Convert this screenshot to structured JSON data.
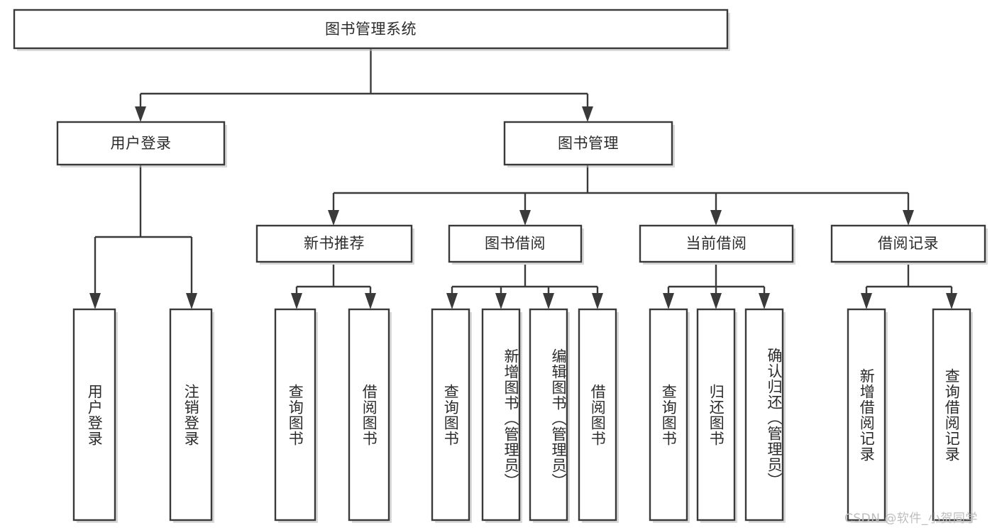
{
  "diagram": {
    "type": "tree-hierarchy-chart",
    "title": "图书管理系统",
    "orientation": "top-down",
    "levels": 4,
    "colors": {
      "box_fill": "#ffffff",
      "box_stroke": "#3a3a3a",
      "text": "#2b2b2b",
      "watermark": "#bdbdbd",
      "background": "#ffffff"
    },
    "root": {
      "id": "root",
      "label": "图书管理系统",
      "orientation": "horizontal"
    },
    "level2": [
      {
        "id": "user-login",
        "label": "用户登录",
        "orientation": "horizontal"
      },
      {
        "id": "book-manage",
        "label": "图书管理",
        "orientation": "horizontal"
      }
    ],
    "level3": [
      {
        "id": "new-book-recommend",
        "label": "新书推荐",
        "parent": "book-manage",
        "orientation": "horizontal"
      },
      {
        "id": "book-borrow",
        "label": "图书借阅",
        "parent": "book-manage",
        "orientation": "horizontal"
      },
      {
        "id": "current-borrow",
        "label": "当前借阅",
        "parent": "book-manage",
        "orientation": "horizontal"
      },
      {
        "id": "borrow-record",
        "label": "借阅记录",
        "parent": "book-manage",
        "orientation": "horizontal"
      }
    ],
    "leaves": [
      {
        "id": "leaf-user-login",
        "label": "用户登录",
        "parent": "user-login",
        "orientation": "vertical"
      },
      {
        "id": "leaf-logout-login",
        "label": "注销登录",
        "parent": "user-login",
        "orientation": "vertical"
      },
      {
        "id": "leaf-query-book-1",
        "label": "查询图书",
        "parent": "new-book-recommend",
        "orientation": "vertical"
      },
      {
        "id": "leaf-borrow-book-1",
        "label": "借阅图书",
        "parent": "new-book-recommend",
        "orientation": "vertical"
      },
      {
        "id": "leaf-query-book-2",
        "label": "查询图书",
        "parent": "book-borrow",
        "orientation": "vertical"
      },
      {
        "id": "leaf-add-book",
        "label": "新增图书（管理员）",
        "parent": "book-borrow",
        "orientation": "vertical"
      },
      {
        "id": "leaf-edit-book",
        "label": "编辑图书（管理员）",
        "parent": "book-borrow",
        "orientation": "vertical"
      },
      {
        "id": "leaf-borrow-book-2",
        "label": "借阅图书",
        "parent": "book-borrow",
        "orientation": "vertical"
      },
      {
        "id": "leaf-query-book-3",
        "label": "查询图书",
        "parent": "current-borrow",
        "orientation": "vertical"
      },
      {
        "id": "leaf-return-book",
        "label": "归还图书",
        "parent": "current-borrow",
        "orientation": "vertical"
      },
      {
        "id": "leaf-confirm-return",
        "label": "确认归还（管理员）",
        "parent": "current-borrow",
        "orientation": "vertical"
      },
      {
        "id": "leaf-add-record",
        "label": "新增借阅记录",
        "parent": "borrow-record",
        "orientation": "vertical"
      },
      {
        "id": "leaf-query-record",
        "label": "查询借阅记录",
        "parent": "borrow-record",
        "orientation": "vertical"
      }
    ],
    "watermark": "CSDN @软件_小贺同学"
  }
}
